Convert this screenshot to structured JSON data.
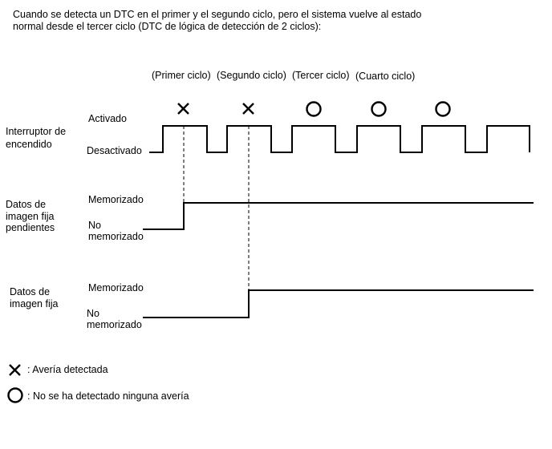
{
  "caption": {
    "line1": "Cuando se detecta un DTC en el primer y el segundo ciclo, pero el sistema vuelve al estado",
    "line2": "normal desde el tercer ciclo (DTC de lógica de detección de 2 ciclos):"
  },
  "cycles": [
    "(Primer ciclo)",
    "(Segundo ciclo)",
    "(Tercer ciclo)",
    "(Cuarto ciclo)"
  ],
  "cycle_marks": [
    "x",
    "x",
    "o",
    "o",
    "o"
  ],
  "signals": [
    {
      "name_lines": [
        "Interruptor de",
        "encendido"
      ],
      "high_label": "Activado",
      "low_label": "Desactivado"
    },
    {
      "name_lines": [
        "Datos de",
        "imagen fija",
        "pendientes"
      ],
      "high_label": "Memorizado",
      "low_label_lines": [
        "No",
        "memorizado"
      ]
    },
    {
      "name_lines": [
        "Datos de",
        "imagen fija"
      ],
      "high_label": "Memorizado",
      "low_label_lines": [
        "No",
        "memorizado"
      ]
    }
  ],
  "legend": {
    "x_text": ": Avería detectada",
    "o_text": ": No se ha detectado ninguna avería"
  }
}
